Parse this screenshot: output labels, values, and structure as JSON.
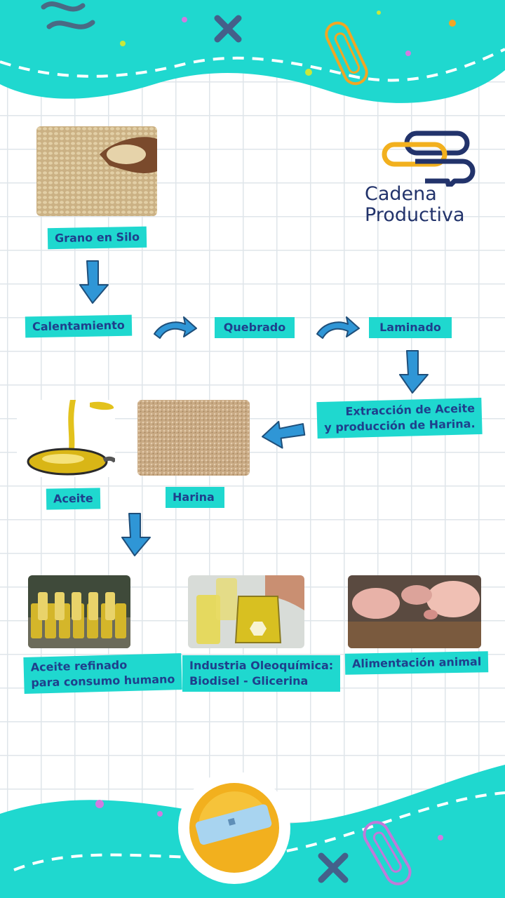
{
  "brand": {
    "line1": "Cadena",
    "line2": "Productiva"
  },
  "nodes": {
    "grano": "Grano en Silo",
    "calentamiento": "Calentamiento",
    "quebrado": "Quebrado",
    "laminado": "Laminado",
    "extraccion_1": "Extracción de Aceite",
    "extraccion_2": "y producción de Harina.",
    "aceite": "Aceite",
    "harina": "Harina",
    "refinado_1": "Aceite refinado",
    "refinado_2": "para consumo humano",
    "oleo_1": "Industria Oleoquímica:",
    "oleo_2": "Biodisel - Glicerina",
    "alimentacion": "Alimentación animal"
  },
  "colors": {
    "accent": "#1fd8cf",
    "label_text": "#1f3f8c",
    "arrow": "#2f96d6",
    "brand": "#22336b",
    "brand_gold": "#f2b01e"
  }
}
